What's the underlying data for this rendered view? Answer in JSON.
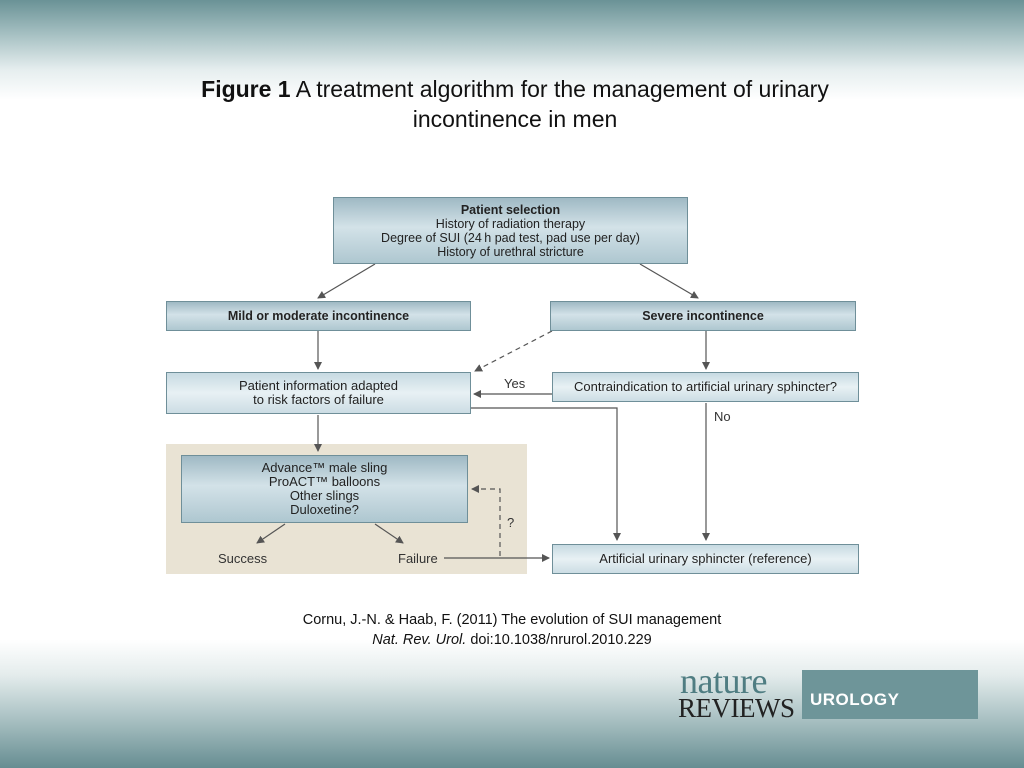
{
  "figure": {
    "label": "Figure 1",
    "title_line1": "A treatment algorithm for the management of urinary",
    "title_line2": "incontinence in men"
  },
  "diagram": {
    "selection": {
      "heading": "Patient selection",
      "lines": [
        "History of radiation therapy",
        "Degree of SUI (24 h pad test, pad use per day)",
        "History of urethral stricture"
      ]
    },
    "mild": "Mild or moderate incontinence",
    "severe": "Severe incontinence",
    "info": [
      "Patient information adapted",
      "to risk factors of failure"
    ],
    "contraindication": "Contraindication to artificial urinary sphincter?",
    "treatments": [
      "Advance™ male sling",
      "ProACT™ balloons",
      "Other slings",
      "Duloxetine?"
    ],
    "aus": "Artificial urinary sphincter (reference)",
    "labels": {
      "yes": "Yes",
      "no": "No",
      "question": "?",
      "success": "Success",
      "failure": "Failure"
    },
    "colors": {
      "box_fill": "#b9cfd7",
      "box_border": "#6f8f99",
      "panel_tan": "#e9e3d4",
      "arrow": "#555555"
    }
  },
  "citation": {
    "line1": "Cornu, J.-N. & Haab, F. (2011) The evolution of SUI management",
    "journal": "Nat. Rev. Urol.",
    "doi": "doi:10.1038/nrurol.2010.229"
  },
  "logo": {
    "nature": "nature",
    "reviews": "REVIEWS",
    "section": "UROLOGY",
    "color": "#6e9599"
  }
}
